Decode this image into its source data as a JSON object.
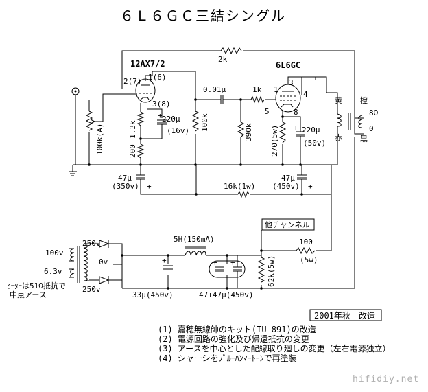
{
  "title": "６Ｌ６ＧＣ三結シングル",
  "tubes": {
    "v1": "12AX7/2",
    "v2": "6L6GC"
  },
  "labels": {
    "r_feedback": "2k",
    "v1_pin_grid": "2(7)",
    "v1_pin_plate": "1(6)",
    "v1_pin_cathode": "3(8)",
    "r_cathode_13k": "1.3k",
    "c_220u": "220μ",
    "c_220u_v": "(16v)",
    "r_200": "200",
    "r_volume": "100k(A)",
    "r_plate_100k": "100k",
    "c_coupling": "0.01μ",
    "r_grid_stopper": "1k",
    "r_grid_390k": "390k",
    "v2_pin1": "1",
    "v2_pin3": "3",
    "v2_pin4": "4",
    "v2_pin5": "5",
    "v2_pin8": "8",
    "r_cathode_270": "270(5w)",
    "c_cathode_220u": "220μ",
    "c_cathode_220u_v": "(50v)",
    "ot_yellow": "黄",
    "ot_red": "赤",
    "ot_orange": "橙",
    "ot_black": "黒",
    "ot_8ohm": "8Ω",
    "ot_0": "0",
    "c47_left": "47μ",
    "c47_left_v": "(350v)",
    "c47_right": "47μ",
    "c47_right_v": "(450v)",
    "r_16k": "16k(1w)",
    "other_channel": "他チャンネル",
    "r_100": "100",
    "r_100_w": "(5w)",
    "choke": "5H(150mA)",
    "pt_250_top": "250v",
    "pt_100": "100v",
    "pt_0v": "0v",
    "pt_63": "6.3v",
    "pt_250_bot": "250v",
    "heater_note_1": "ﾋｰﾀｰは51Ω抵抗で",
    "heater_note_2": "中点アース",
    "c_33u": "33μ(450v)",
    "c_4747": "47+47μ(450v)",
    "r_62k": "62k(5w)",
    "revision": "2001年秋　改造",
    "notes": [
      "(1) 嘉穂無線帥のキット(TU-891)の改造",
      "(2) 電源回路の強化及び帰還抵抗の変更",
      "(3) アースを中心とした配線取り廻しの変更（左右電源独立）",
      "(4) シャーシをﾌﾞﾙｰﾊﾝﾏｰﾄｰﾝで再塗装"
    ],
    "watermark": "hifidiy.net"
  }
}
